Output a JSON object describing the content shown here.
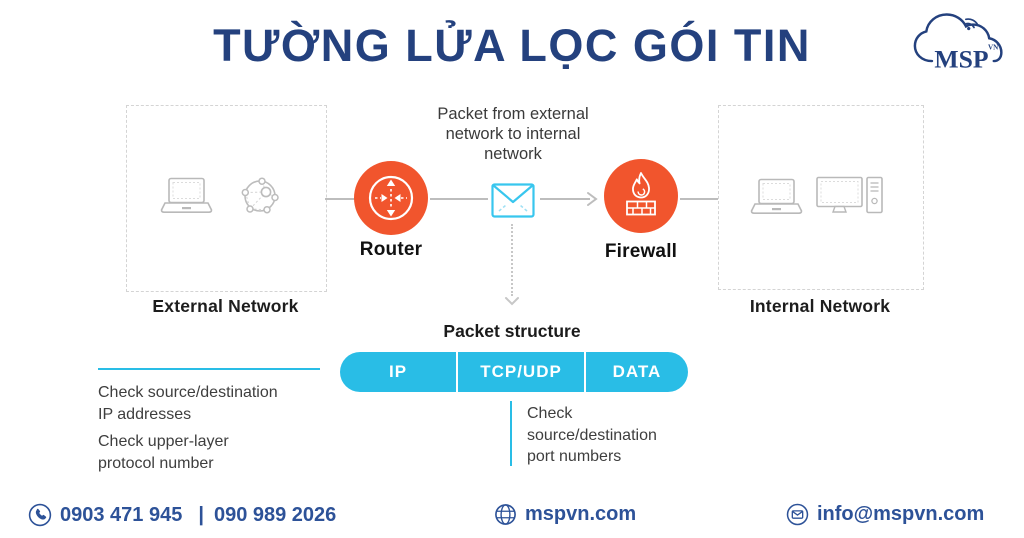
{
  "title": "TƯỜNG LỬA LỌC GÓI TIN",
  "logo": {
    "brand": "MSP",
    "region": "VN"
  },
  "flow": {
    "external_label": "External Network",
    "internal_label": "Internal Network",
    "router_label": "Router",
    "firewall_label": "Firewall",
    "packet_note_lines": [
      "Packet from external",
      "network to internal",
      "network"
    ]
  },
  "packet": {
    "structure_title": "Packet structure",
    "segments": [
      {
        "label": "IP"
      },
      {
        "label": "TCP/UDP"
      },
      {
        "label": "DATA"
      }
    ],
    "checks": {
      "ip_lines": [
        "Check source/destination",
        "IP addresses"
      ],
      "protocol_lines": [
        "Check upper-layer",
        "protocol number"
      ],
      "port_lines": [
        "Check",
        "source/destination",
        "port numbers"
      ]
    }
  },
  "footer": {
    "phone_primary": "0903 471 945",
    "phone_separator": "|",
    "phone_secondary": "090 989 2026",
    "website": "mspvn.com",
    "email": "info@mspvn.com"
  },
  "colors": {
    "brand_navy": "#24417E",
    "accent_orange": "#F1552D",
    "accent_cyan": "#29BDE6",
    "footer_blue": "#2D5298"
  }
}
